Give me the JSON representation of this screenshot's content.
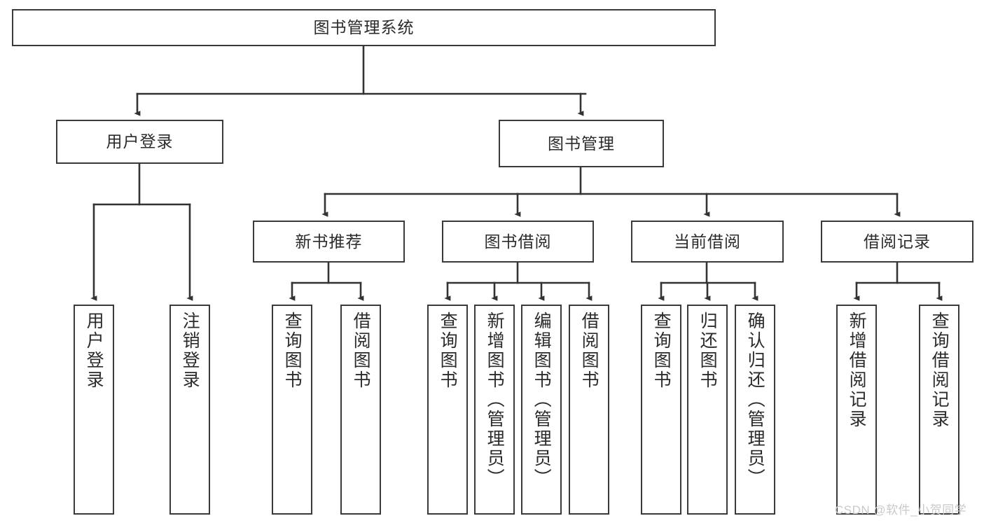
{
  "diagram": {
    "type": "tree-hierarchy-chart",
    "title": "图书管理系统",
    "colors": {
      "background": "#ffffff",
      "box_border": "#3a3a3a",
      "box_fill": "#ffffff",
      "text": "#2b2b2b",
      "connector": "#333333",
      "watermark": "#c9c9c9"
    },
    "root": {
      "id": "root",
      "label": "图书管理系统",
      "orientation": "horizontal"
    },
    "level2": [
      {
        "id": "user-login",
        "label": "用户登录",
        "orientation": "horizontal"
      },
      {
        "id": "book-management",
        "label": "图书管理",
        "orientation": "horizontal"
      }
    ],
    "level3": [
      {
        "id": "new-book-recommend",
        "label": "新书推荐",
        "orientation": "horizontal",
        "parent": "book-management"
      },
      {
        "id": "book-borrow",
        "label": "图书借阅",
        "orientation": "horizontal",
        "parent": "book-management"
      },
      {
        "id": "current-borrow",
        "label": "当前借阅",
        "orientation": "horizontal",
        "parent": "book-management"
      },
      {
        "id": "borrow-record",
        "label": "借阅记录",
        "orientation": "horizontal",
        "parent": "book-management"
      }
    ],
    "leaves": [
      {
        "id": "leaf-user-login",
        "label": "用户登录",
        "parent": "user-login"
      },
      {
        "id": "leaf-logout-login",
        "label": "注销登录",
        "parent": "user-login"
      },
      {
        "id": "leaf-query-book-1",
        "label": "查询图书",
        "parent": "new-book-recommend"
      },
      {
        "id": "leaf-borrow-book-1",
        "label": "借阅图书",
        "parent": "new-book-recommend"
      },
      {
        "id": "leaf-query-book-2",
        "label": "查询图书",
        "parent": "book-borrow"
      },
      {
        "id": "leaf-add-book",
        "label": "新增图书（管理员）",
        "parent": "book-borrow"
      },
      {
        "id": "leaf-edit-book",
        "label": "编辑图书（管理员）",
        "parent": "book-borrow"
      },
      {
        "id": "leaf-borrow-book-2",
        "label": "借阅图书",
        "parent": "book-borrow"
      },
      {
        "id": "leaf-query-book-3",
        "label": "查询图书",
        "parent": "current-borrow"
      },
      {
        "id": "leaf-return-book",
        "label": "归还图书",
        "parent": "current-borrow"
      },
      {
        "id": "leaf-confirm-return",
        "label": "确认归还（管理员）",
        "parent": "current-borrow"
      },
      {
        "id": "leaf-add-record",
        "label": "新增借阅记录",
        "parent": "borrow-record"
      },
      {
        "id": "leaf-query-record",
        "label": "查询借阅记录",
        "parent": "borrow-record"
      }
    ],
    "watermark": "CSDN @软件_小贺同学"
  }
}
